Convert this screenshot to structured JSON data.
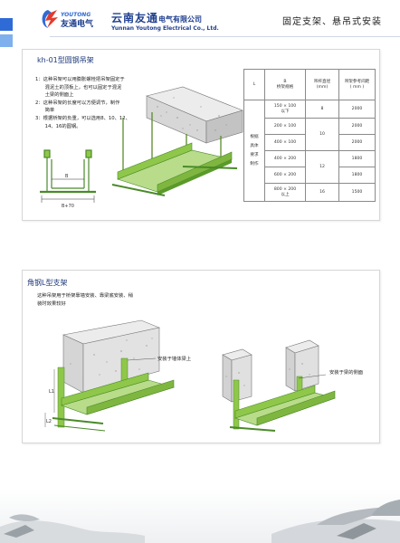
{
  "header": {
    "logo_text": "友通电气",
    "logo_en": "YOUTONG",
    "company_cn_main": "云南友通",
    "company_cn_sub": "电气有限公司",
    "company_en": "Yunnan Youtong Electrical Co., Ltd.",
    "page_title": "固定支架、悬吊式安装"
  },
  "section1": {
    "title": "kh-01型圆钢吊架",
    "notes": [
      "1：这种吊架可以用膨胀螺栓把吊架固定于",
      "　　混泥土的顶板上，也可以固定于混泥",
      "　　土梁的侧面上",
      "2：这种吊架的长度可以方便调节，制作",
      "　　简单",
      "3：根据桥架的负重，可以选用8、10、12、",
      "　　14、16的圆钢。"
    ],
    "dim_b": "B",
    "dim_b70": "B+70",
    "table": {
      "col_l": "L",
      "col_b": "B\n桥架规格",
      "col_rod": "吊杆直径\n(mm)",
      "col_spacing": "吊架参考间距\n( mm )",
      "side_label": "根据\n具体\n要求\n制作",
      "rows": [
        {
          "b": "150 × 100\n以下",
          "rod": "8",
          "spacing": "2000"
        },
        {
          "b": "200 × 100",
          "rod": "10",
          "spacing": "2000"
        },
        {
          "b": "400 × 100",
          "rod": "",
          "spacing": "2000"
        },
        {
          "b": "400 × 200",
          "rod": "12",
          "spacing": "1800"
        },
        {
          "b": "600 × 200",
          "rod": "",
          "spacing": "1800"
        },
        {
          "b": "800 × 200\n以上",
          "rod": "16",
          "spacing": "1500"
        }
      ]
    }
  },
  "section2": {
    "title": "角钢L型支架",
    "notes": [
      "这种吊架用于桥架靠墙安装、靠梁底安装、稍",
      "装时效果较好"
    ],
    "dim_l1": "L1",
    "dim_l2": "L2",
    "callout_left": "安装于墙体梁上",
    "callout_right": "安装于梁的侧面"
  },
  "colors": {
    "brand_blue": "#1f3f8f",
    "tray_green": "#8fc74a",
    "stripe_blue": "#2f6bd6"
  }
}
